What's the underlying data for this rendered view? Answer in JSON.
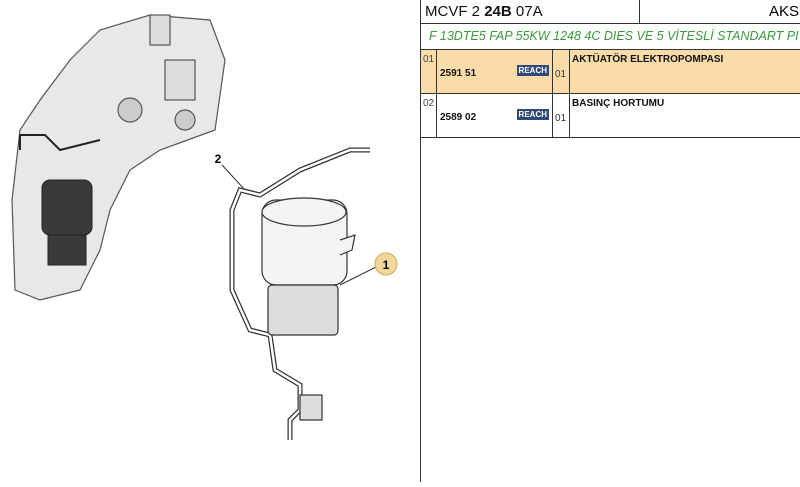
{
  "header": {
    "code_prefix": "MCVF 2 ",
    "code_bold": "24B",
    "code_suffix": " 07A",
    "right_label": "AKS"
  },
  "title": "F 13DTE5 FAP 55KW 1248 4C DIES VE 5 VİTESLİ STANDART PI",
  "rows": [
    {
      "index": "01",
      "part_number": "2591 51",
      "badge": "REACH",
      "qty": "01",
      "description": "AKTÜATÖR ELEKTROPOMPASI",
      "selected": true
    },
    {
      "index": "02",
      "part_number": "2589 02",
      "badge": "REACH",
      "qty": "01",
      "description": "BASINÇ HORTUMU",
      "selected": false
    }
  ],
  "drawing": {
    "callouts": [
      "1",
      "2"
    ]
  }
}
